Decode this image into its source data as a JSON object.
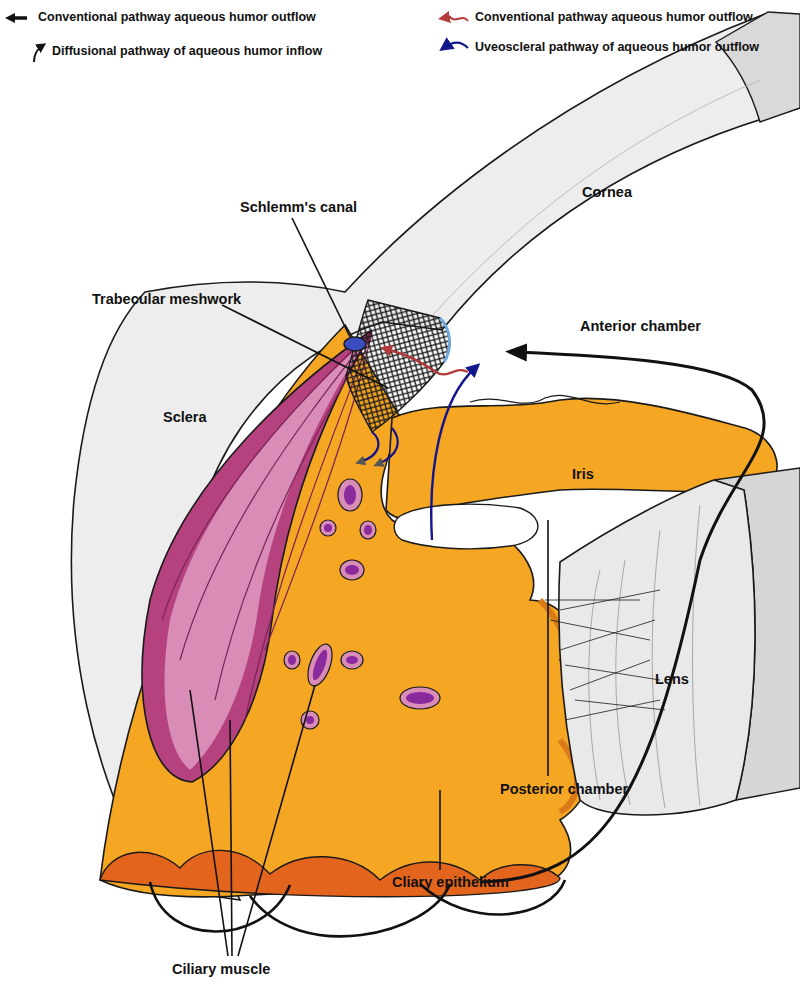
{
  "diagram": {
    "labels": [
      "Schlemm's canal",
      "Trabecular meshwork",
      "Cornea",
      "Anterior chamber",
      "Sclera",
      "Iris",
      "Lens",
      "Posterior chamber",
      "Cliary epithelium",
      "Ciliary muscle"
    ],
    "legend": [
      {
        "text": "Conventional pathway aqueous humor outflow"
      },
      {
        "text": "Conventional pathway aqueous humor outflow"
      },
      {
        "text": "Diffusional pathway of aqueous humor inflow"
      },
      {
        "text": "Uveoscleral pathway of aqueous humor outflow"
      }
    ]
  }
}
